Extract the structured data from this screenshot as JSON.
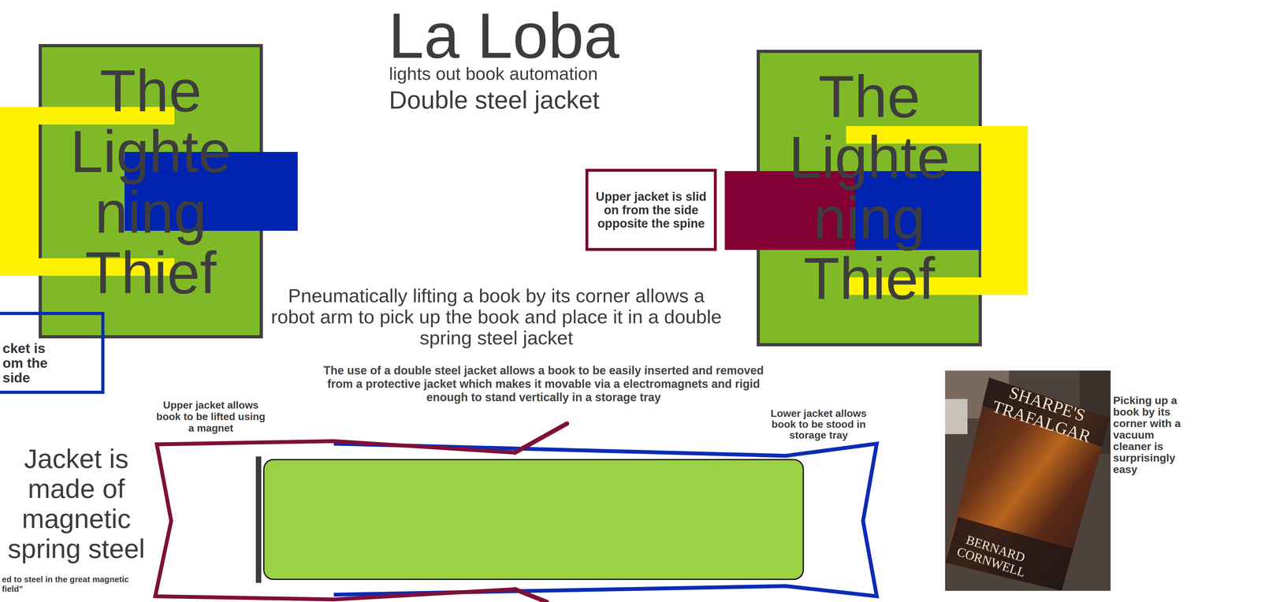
{
  "diagram": {
    "title": "La Loba",
    "nodes": [
      {
        "text": [
          "The Lighte ning Thief"
        ]
      },
      {
        "text": [
          "cket is om the side"
        ]
      },
      {
        "text": [
          "Upper jacket is slid on from the side opposite the spine"
        ]
      },
      {
        "text": [
          "The Lighte ning Thief"
        ]
      }
    ],
    "labels": [
      "lights out book automation",
      "Double steel jacket",
      "Pneumatically lifting a book by its corner allows a robot arm to pick up the book and place it in a double spring steel jacket",
      "The use of a double steel jacket allows a book to be easily inserted and removed from a protective jacket which makes it movable via a electromagnets and rigid enough to stand vertically in a storage tray",
      "Upper jacket allows book to be lifted using a magnet",
      "Lower jacket allows book to be stood in storage tray",
      "Jacket is made of magnetic spring steel",
      "ed to steel in the great magnetic field\"",
      "SHARPE'S TRAFALGAR",
      "BERNARD CORNWELL",
      "Picking up a book by its corner with a vacuum cleaner is surprisingly easy"
    ]
  }
}
